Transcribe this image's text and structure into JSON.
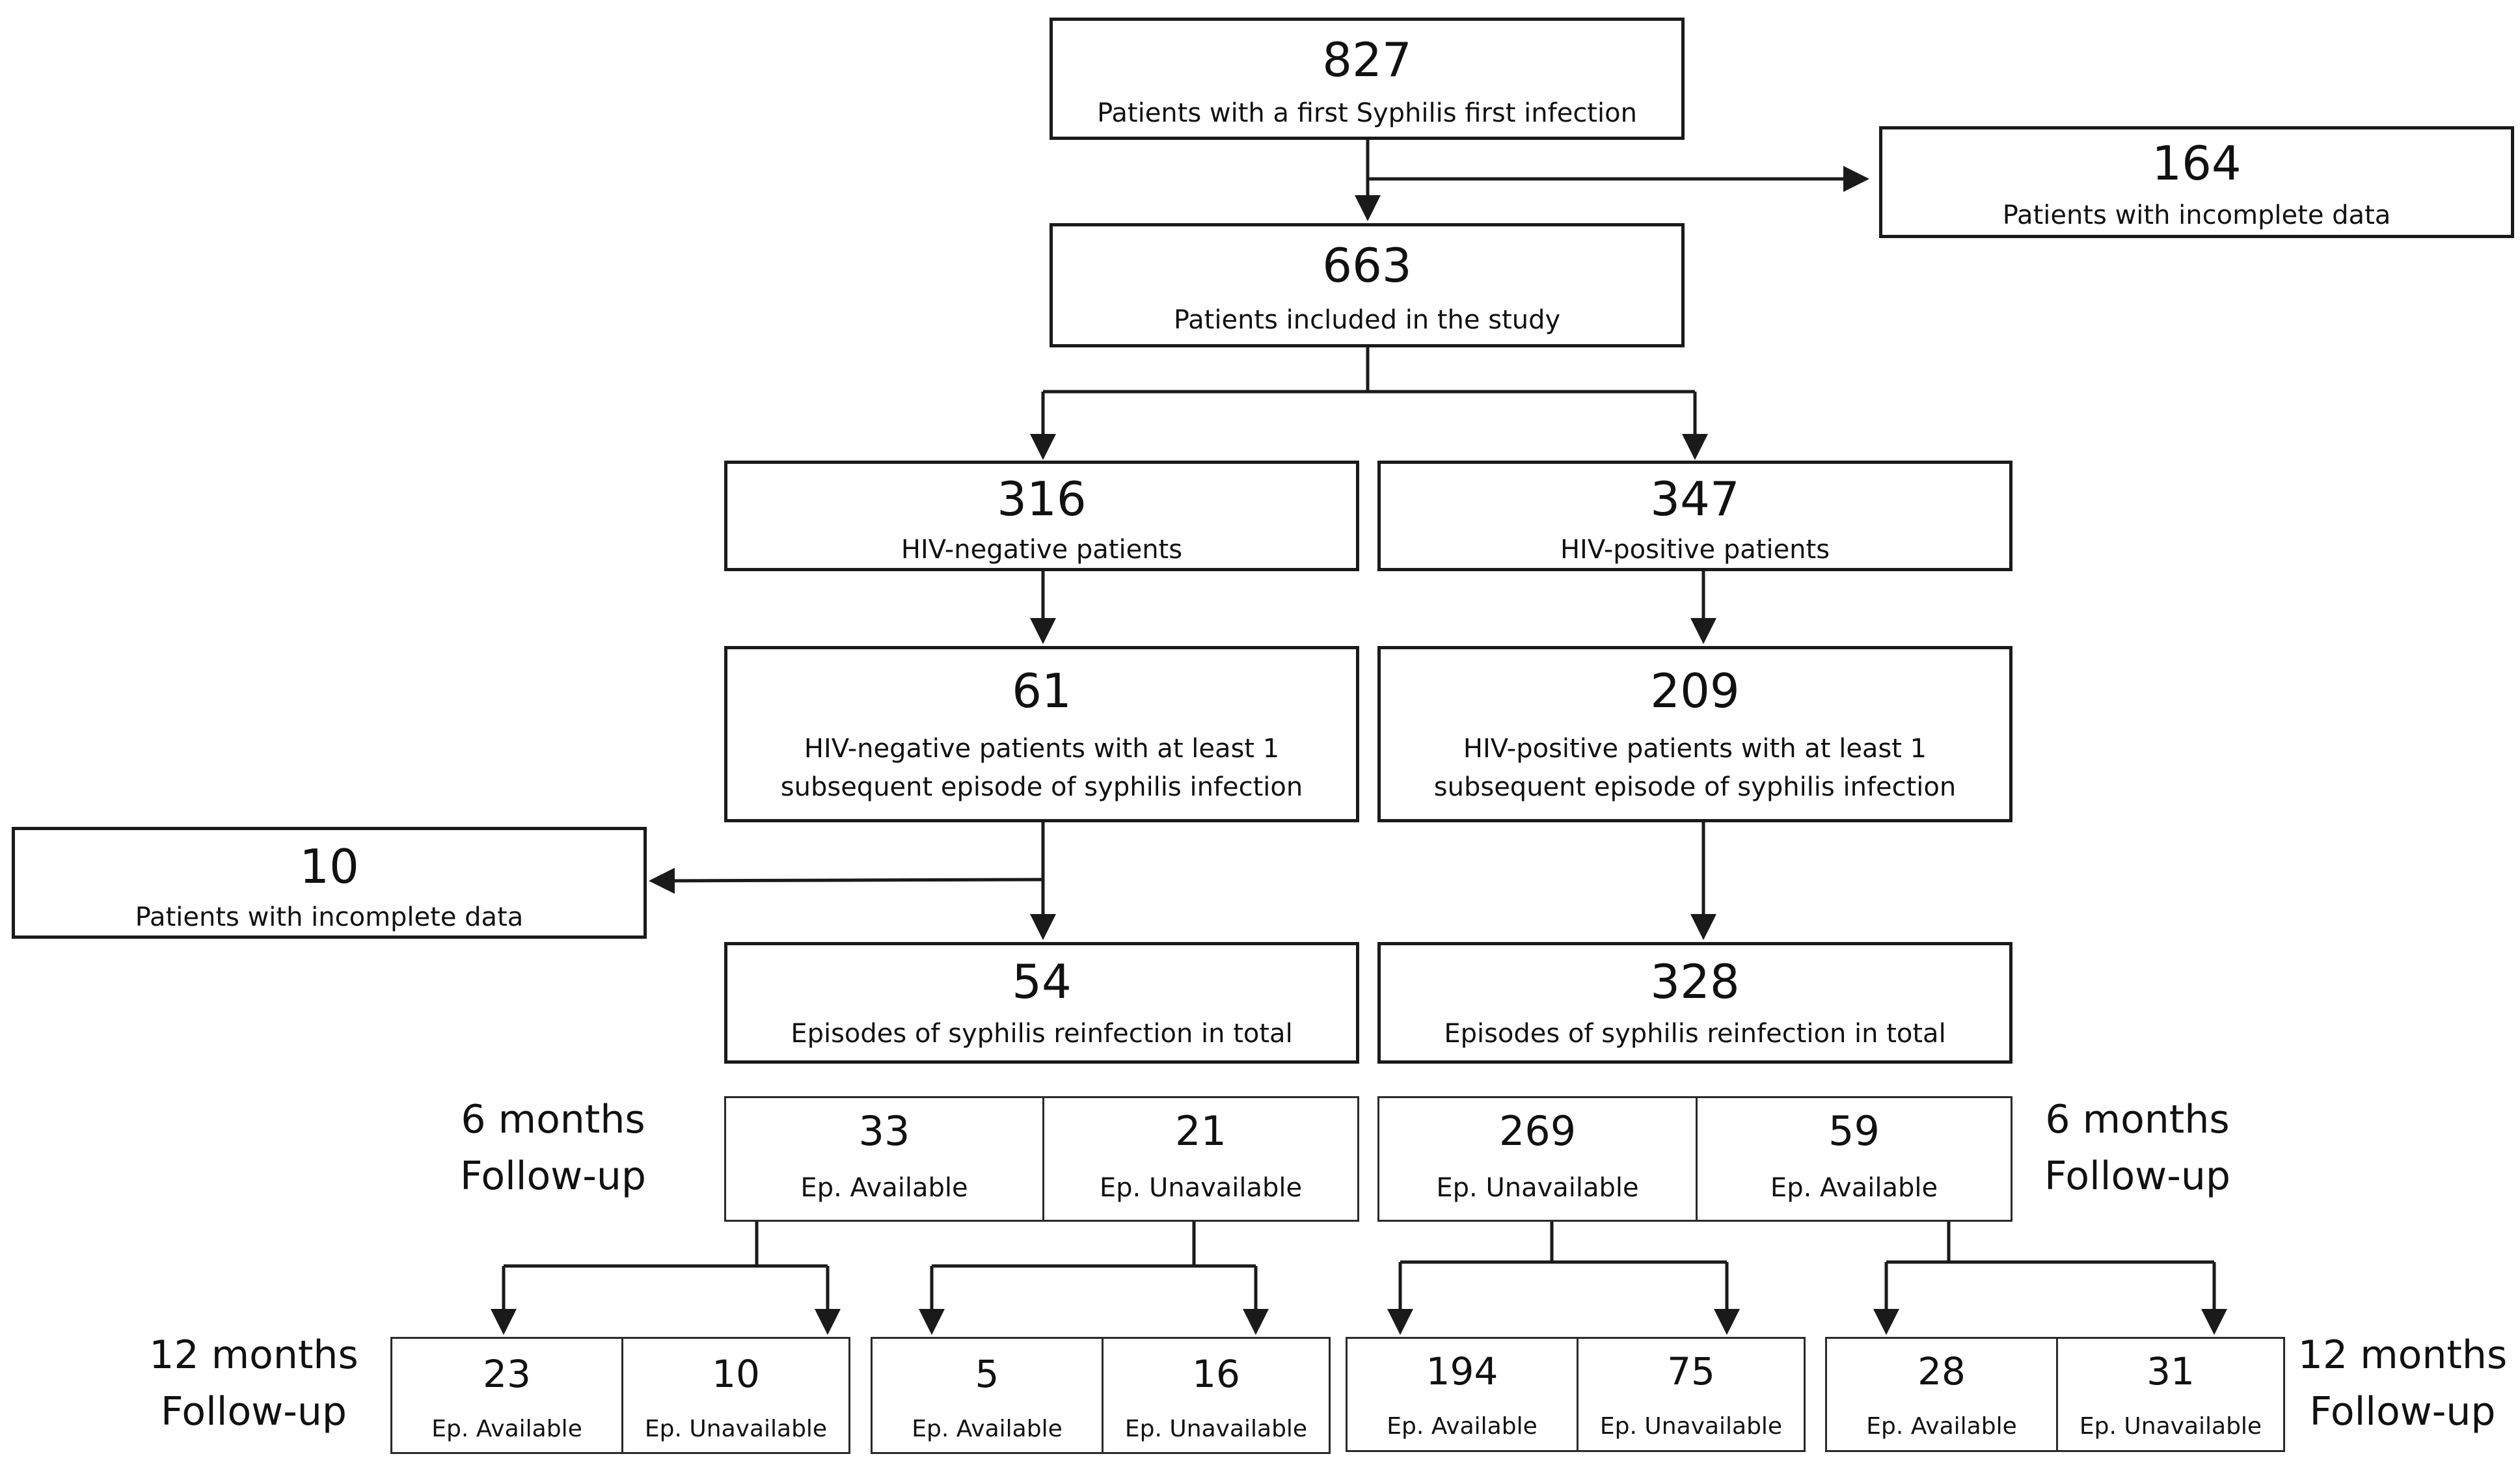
{
  "top": {
    "count": "827",
    "label": "Patients with a first Syphilis first infection"
  },
  "excluded_top": {
    "count": "164",
    "label": "Patients with incomplete data"
  },
  "included": {
    "count": "663",
    "label": "Patients included in the study"
  },
  "hiv_negative": {
    "count": "316",
    "label": "HIV-negative patients"
  },
  "hiv_positive": {
    "count": "347",
    "label": "HIV-positive patients"
  },
  "neg_subsequent": {
    "count": "61",
    "label": "HIV-negative patients with at least 1 subsequent episode of syphilis infection"
  },
  "pos_subsequent": {
    "count": "209",
    "label": "HIV-positive patients with at least 1 subsequent episode of syphilis infection"
  },
  "excluded_left": {
    "count": "10",
    "label": "Patients with incomplete data"
  },
  "neg_episodes": {
    "count": "54",
    "label": "Episodes of syphilis reinfection in total"
  },
  "pos_episodes": {
    "count": "328",
    "label": "Episodes of syphilis reinfection in total"
  },
  "six_months": {
    "left_label": "6 months\nFollow-up",
    "right_label": "6 months\nFollow-up",
    "neg_available": {
      "count": "33",
      "label": "Ep. Available"
    },
    "neg_unavailable": {
      "count": "21",
      "label": "Ep. Unavailable"
    },
    "pos_unavailable": {
      "count": "269",
      "label": "Ep. Unavailable"
    },
    "pos_available": {
      "count": "59",
      "label": "Ep. Available"
    }
  },
  "twelve_months": {
    "left_label": "12 months\nFollow-up",
    "right_label": "12 months\nFollow-up",
    "g1_available": {
      "count": "23",
      "label": "Ep. Available"
    },
    "g1_unavailable": {
      "count": "10",
      "label": "Ep. Unavailable"
    },
    "g2_available": {
      "count": "5",
      "label": "Ep. Available"
    },
    "g2_unavailable": {
      "count": "16",
      "label": "Ep. Unavailable"
    },
    "g3_available": {
      "count": "194",
      "label": "Ep. Available"
    },
    "g3_unavailable": {
      "count": "75",
      "label": "Ep. Unavailable"
    },
    "g4_available": {
      "count": "28",
      "label": "Ep. Available"
    },
    "g4_unavailable": {
      "count": "31",
      "label": "Ep. Unavailable"
    }
  }
}
